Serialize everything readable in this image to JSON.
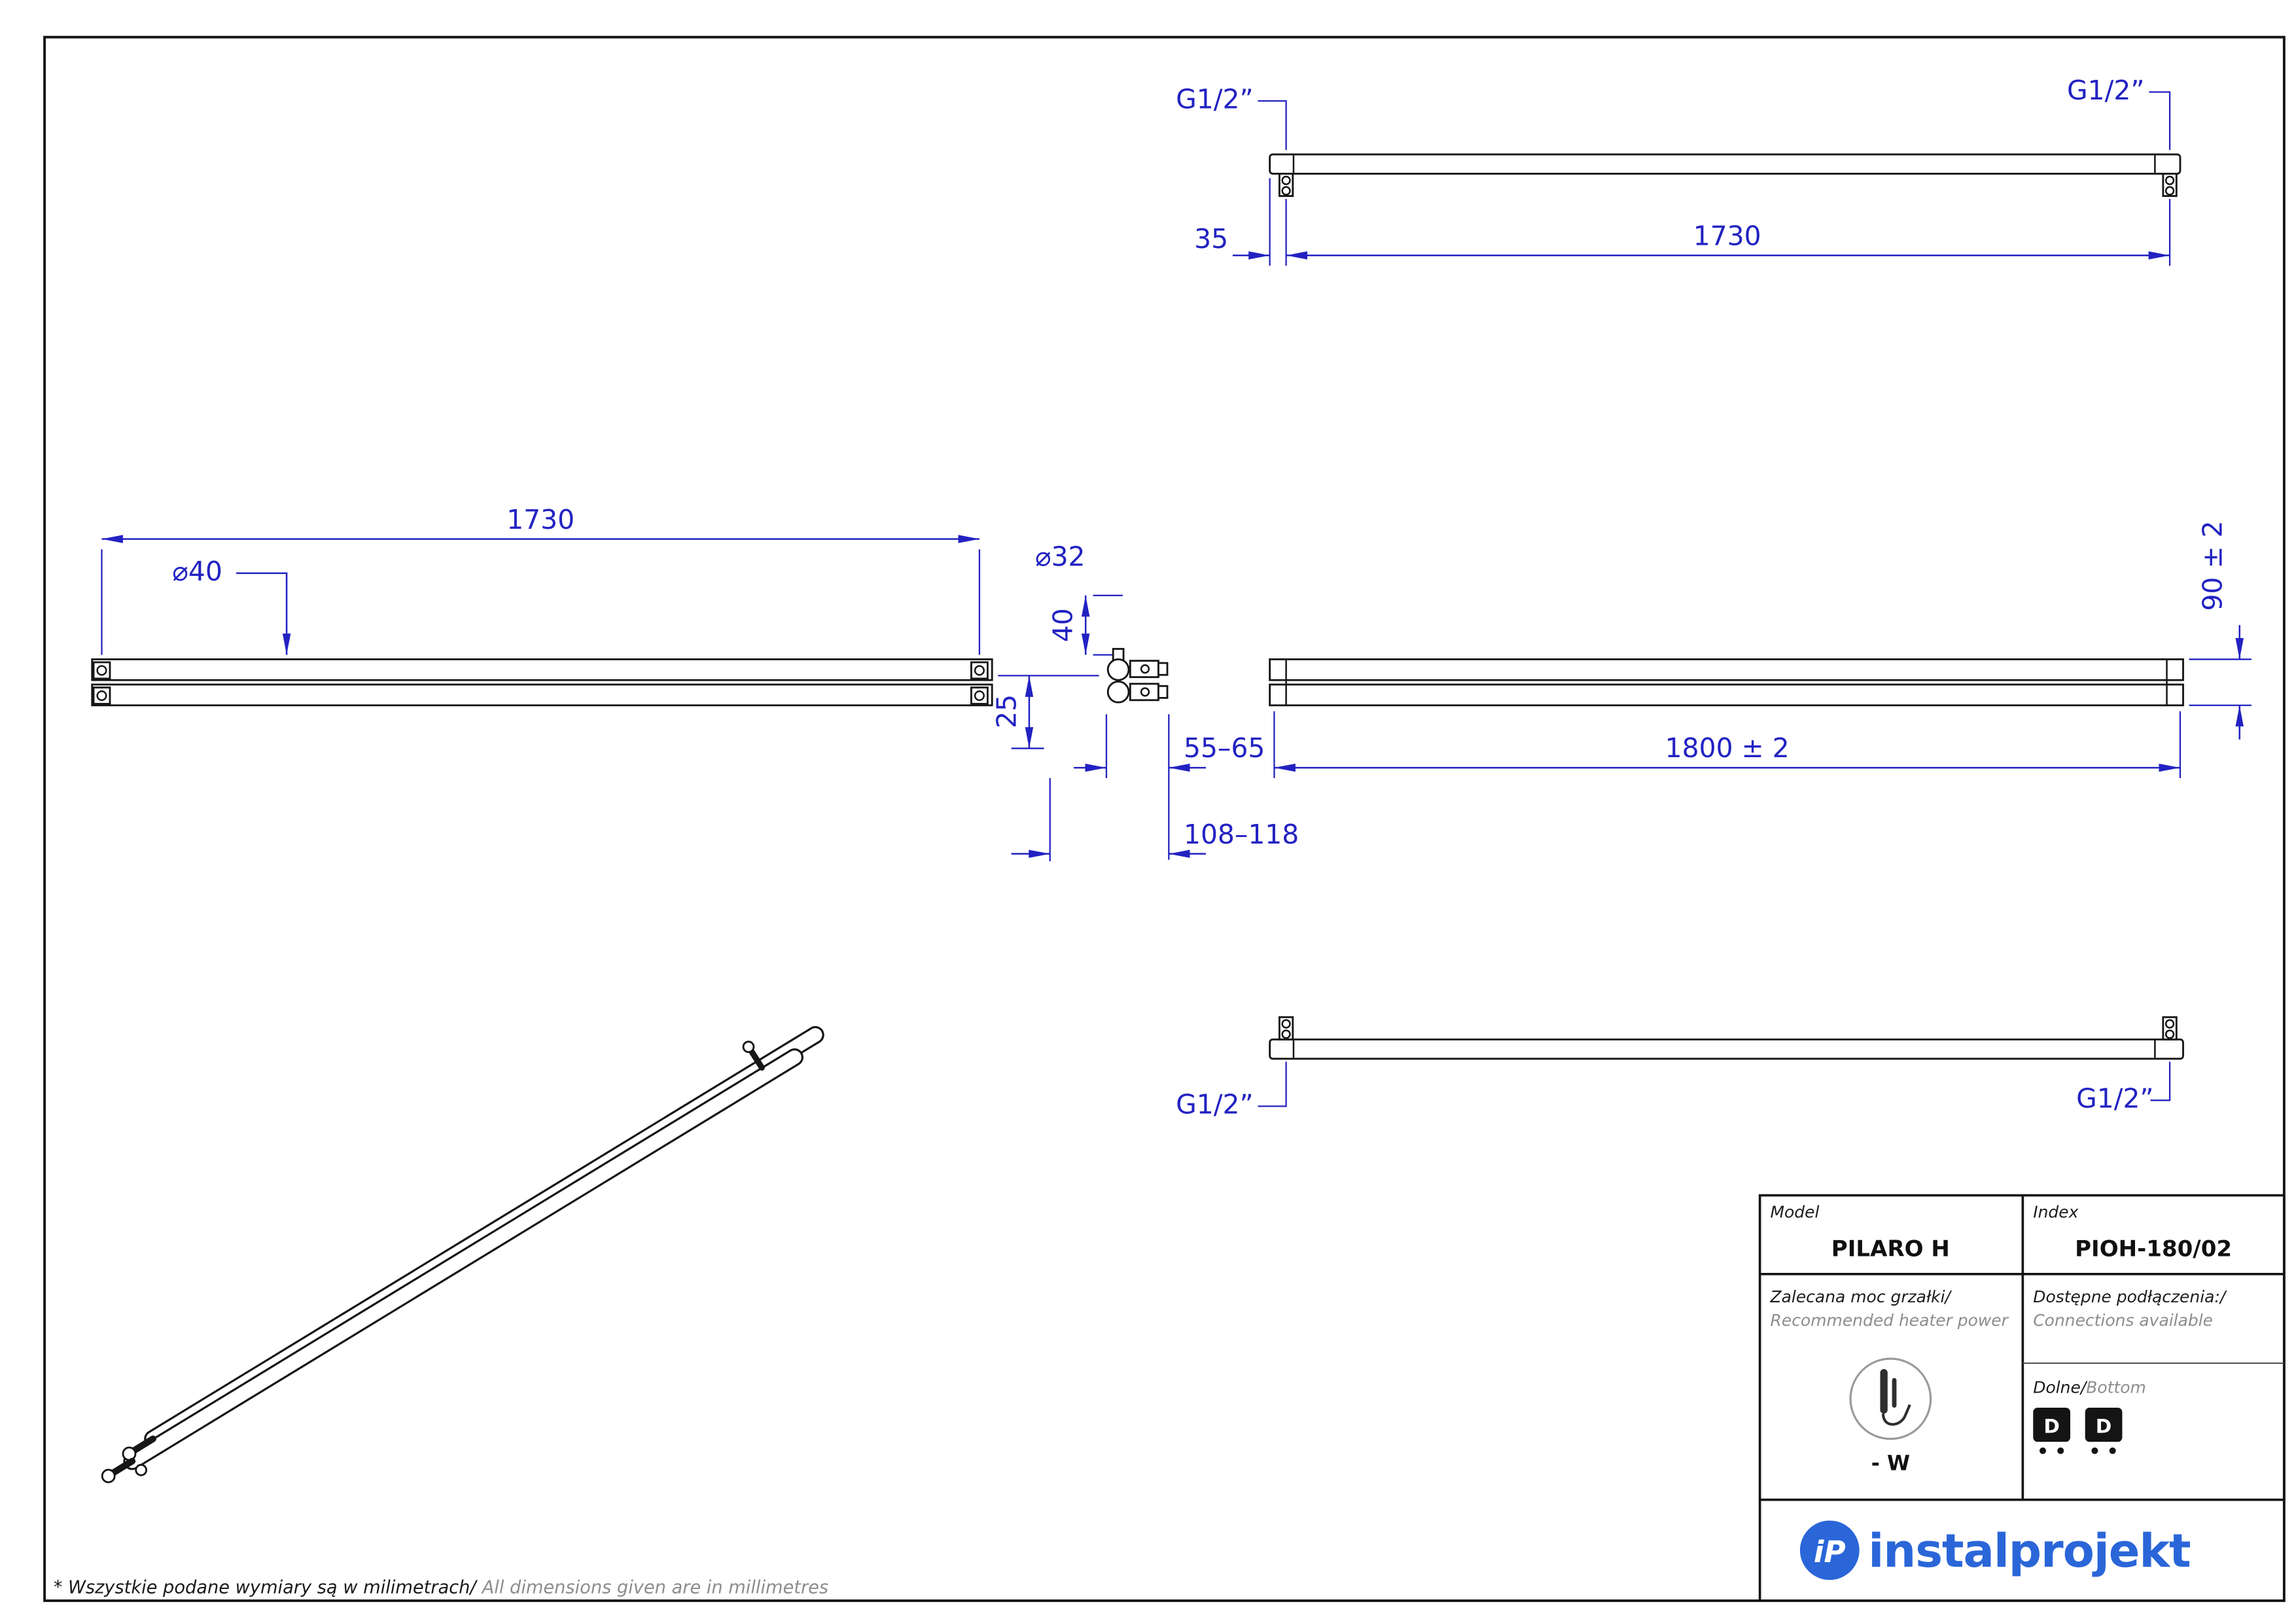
{
  "colors": {
    "dimension_blue": "#2222c2",
    "drawing_black": "#161616",
    "logo_blue": "#2a66d8",
    "muted_gray": "#8d8d8d"
  },
  "drawing": {
    "top_view": {
      "thread_left": "G1/2”",
      "thread_right": "G1/2”",
      "dim_end_offset": "35",
      "dim_axis_length": "1730"
    },
    "side_view": {
      "dim_axis_length": "1730",
      "dim_tube_diameter": "⌀40",
      "dim_collector_diameter": "⌀32",
      "dim_40": "40",
      "dim_25": "25",
      "dim_55_65": "55–65",
      "dim_108_118": "108–118"
    },
    "front_view": {
      "dim_total_length": "1800 ± 2",
      "dim_height": "90 ± 2"
    },
    "bottom_view": {
      "thread_left": "G1/2”",
      "thread_right": "G1/2”"
    }
  },
  "titleblock": {
    "model_label": "Model",
    "model_value": "PILARO H",
    "index_label": "Index",
    "index_value": "PIOH-180/02",
    "power_label_pl": "Zalecana moc grzałki/",
    "power_label_en": "Recommended heater power",
    "power_value": "- W",
    "connections_label_pl": "Dostępne podłączenia:/",
    "connections_label_en": "Connections available",
    "bottom_label_pl": "Dolne/",
    "bottom_label_en": "Bottom",
    "connection_icon_1": "D",
    "connection_icon_2": "D"
  },
  "logo": {
    "monogram": "iP",
    "name": "instalprojekt"
  },
  "footnote": {
    "pl": "* Wszystkie podane wymiary są w milimetrach/",
    "en": "All dimensions given are in millimetres"
  }
}
